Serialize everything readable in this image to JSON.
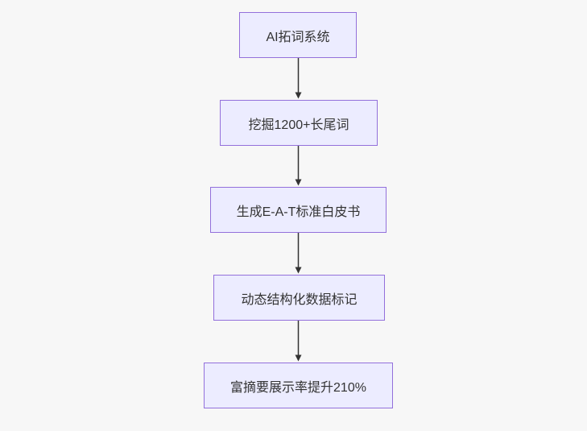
{
  "diagram": {
    "type": "flowchart",
    "direction": "top-down",
    "nodes": [
      {
        "id": "n1",
        "label": "AI拓词系统"
      },
      {
        "id": "n2",
        "label": "挖掘1200+长尾词"
      },
      {
        "id": "n3",
        "label": "生成E-A-T标准白皮书"
      },
      {
        "id": "n4",
        "label": "动态结构化数据标记"
      },
      {
        "id": "n5",
        "label": "富摘要展示率提升210%"
      }
    ],
    "edges": [
      {
        "from": "n1",
        "to": "n2"
      },
      {
        "from": "n2",
        "to": "n3"
      },
      {
        "from": "n3",
        "to": "n4"
      },
      {
        "from": "n4",
        "to": "n5"
      }
    ],
    "colors": {
      "background": "#f7f7f7",
      "node_fill": "#ECECFF",
      "node_border": "#9370DB",
      "arrow": "#333333",
      "text": "#333333"
    }
  }
}
